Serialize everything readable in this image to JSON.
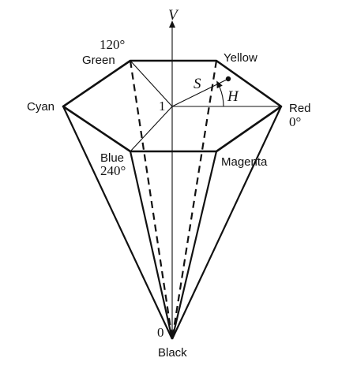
{
  "axis": {
    "label": "V",
    "top_value": "1",
    "bottom_value": "0"
  },
  "vertices": {
    "green": {
      "name": "Green",
      "angle": "120°"
    },
    "yellow": {
      "name": "Yellow"
    },
    "cyan": {
      "name": "Cyan"
    },
    "red": {
      "name": "Red",
      "angle": "0°"
    },
    "blue": {
      "name": "Blue",
      "angle": "240°"
    },
    "magenta": {
      "name": "Magenta"
    },
    "black": {
      "name": "Black"
    }
  },
  "symbols": {
    "saturation": "S",
    "hue": "H"
  }
}
